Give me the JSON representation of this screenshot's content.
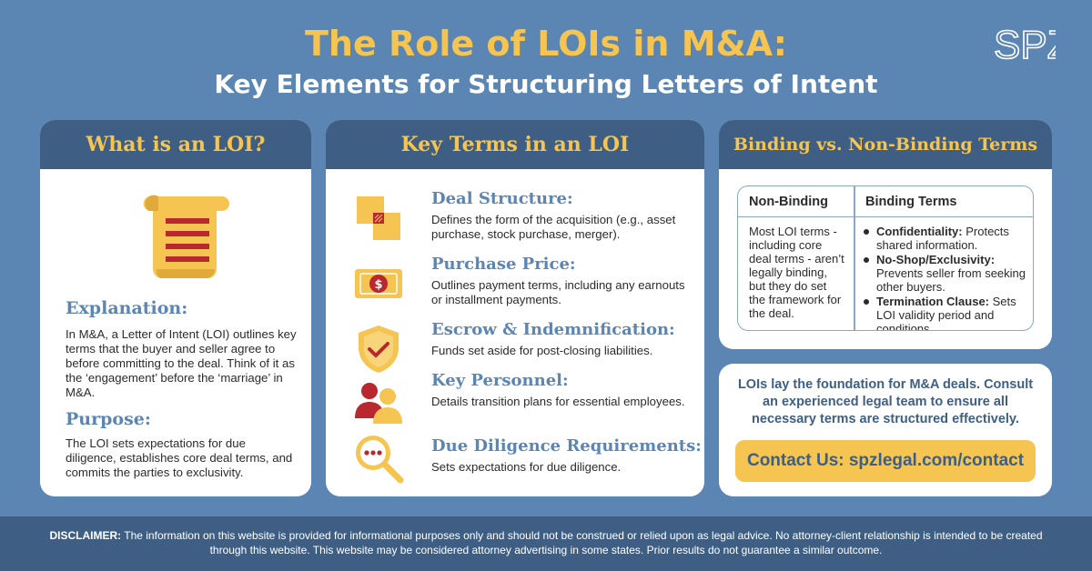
{
  "header": {
    "title": "The Role of LOIs in M&A:",
    "subtitle": "Key Elements for Structuring Letters of Intent",
    "logo_text": "SPZ"
  },
  "card_what": {
    "heading": "What is an LOI?",
    "icon": "scroll-document-icon",
    "explanation_title": "Explanation:",
    "explanation_text": "In M&A, a Letter of Intent (LOI) outlines key terms that the buyer and seller agree to before committing to the deal. Think of it as the ‘engagement’ before the ‘marriage’ in M&A.",
    "purpose_title": "Purpose:",
    "purpose_text": "The LOI sets expectations for due diligence, establishes core deal terms, and commits the parties to exclusivity."
  },
  "card_terms": {
    "heading": "Key Terms in an LOI",
    "items": [
      {
        "title": "Deal Structure:",
        "desc": "Defines the form of the acquisition (e.g., asset purchase, stock purchase, merger).",
        "icon": "deal-structure-icon"
      },
      {
        "title": "Purchase Price:",
        "desc": "Outlines payment terms, including any earnouts or installment payments.",
        "icon": "dollar-bill-icon"
      },
      {
        "title": "Escrow & Indemnification:",
        "desc": "Funds set aside for post-closing liabilities.",
        "icon": "shield-check-icon"
      },
      {
        "title": "Key Personnel:",
        "desc": "Details transition plans for essential employees.",
        "icon": "people-icon"
      },
      {
        "title": "Due Diligence Requirements:",
        "desc": "Sets expectations for due diligence.",
        "icon": "magnifier-icon"
      }
    ]
  },
  "card_binding": {
    "heading": "Binding vs. Non-Binding Terms",
    "col1_header": "Non-Binding",
    "col2_header": "Binding Terms",
    "non_binding_text": "Most LOI terms - including core deal terms - aren’t legally binding, but they do set the framework for the deal.",
    "binding_items": [
      {
        "label": "Confidentiality:",
        "text": " Protects shared information."
      },
      {
        "label": "No-Shop/Exclusivity:",
        "text": " Prevents seller from seeking other buyers."
      },
      {
        "label": "Termination Clause:",
        "text": " Sets LOI validity period and conditions."
      }
    ]
  },
  "card_cta": {
    "text": "LOIs lay the foundation for M&A deals. Consult an experienced legal team to ensure all necessary terms are structured effectively.",
    "button_label": "Contact Us: spzlegal.com/contact"
  },
  "footer": {
    "label": "DISCLAIMER:",
    "text": " The information on this website is provided for informational purposes only and should not be construed or relied upon as legal advice. No attorney-client relationship is intended to be created through this website. This website may be considered attorney advertising in some states. Prior results do not guarantee a similar outcome."
  },
  "colors": {
    "background": "#5b86b3",
    "navy": "#3e5f83",
    "gold": "#f5c451",
    "red": "#b8282e",
    "accent_blue": "#5b86b3"
  }
}
